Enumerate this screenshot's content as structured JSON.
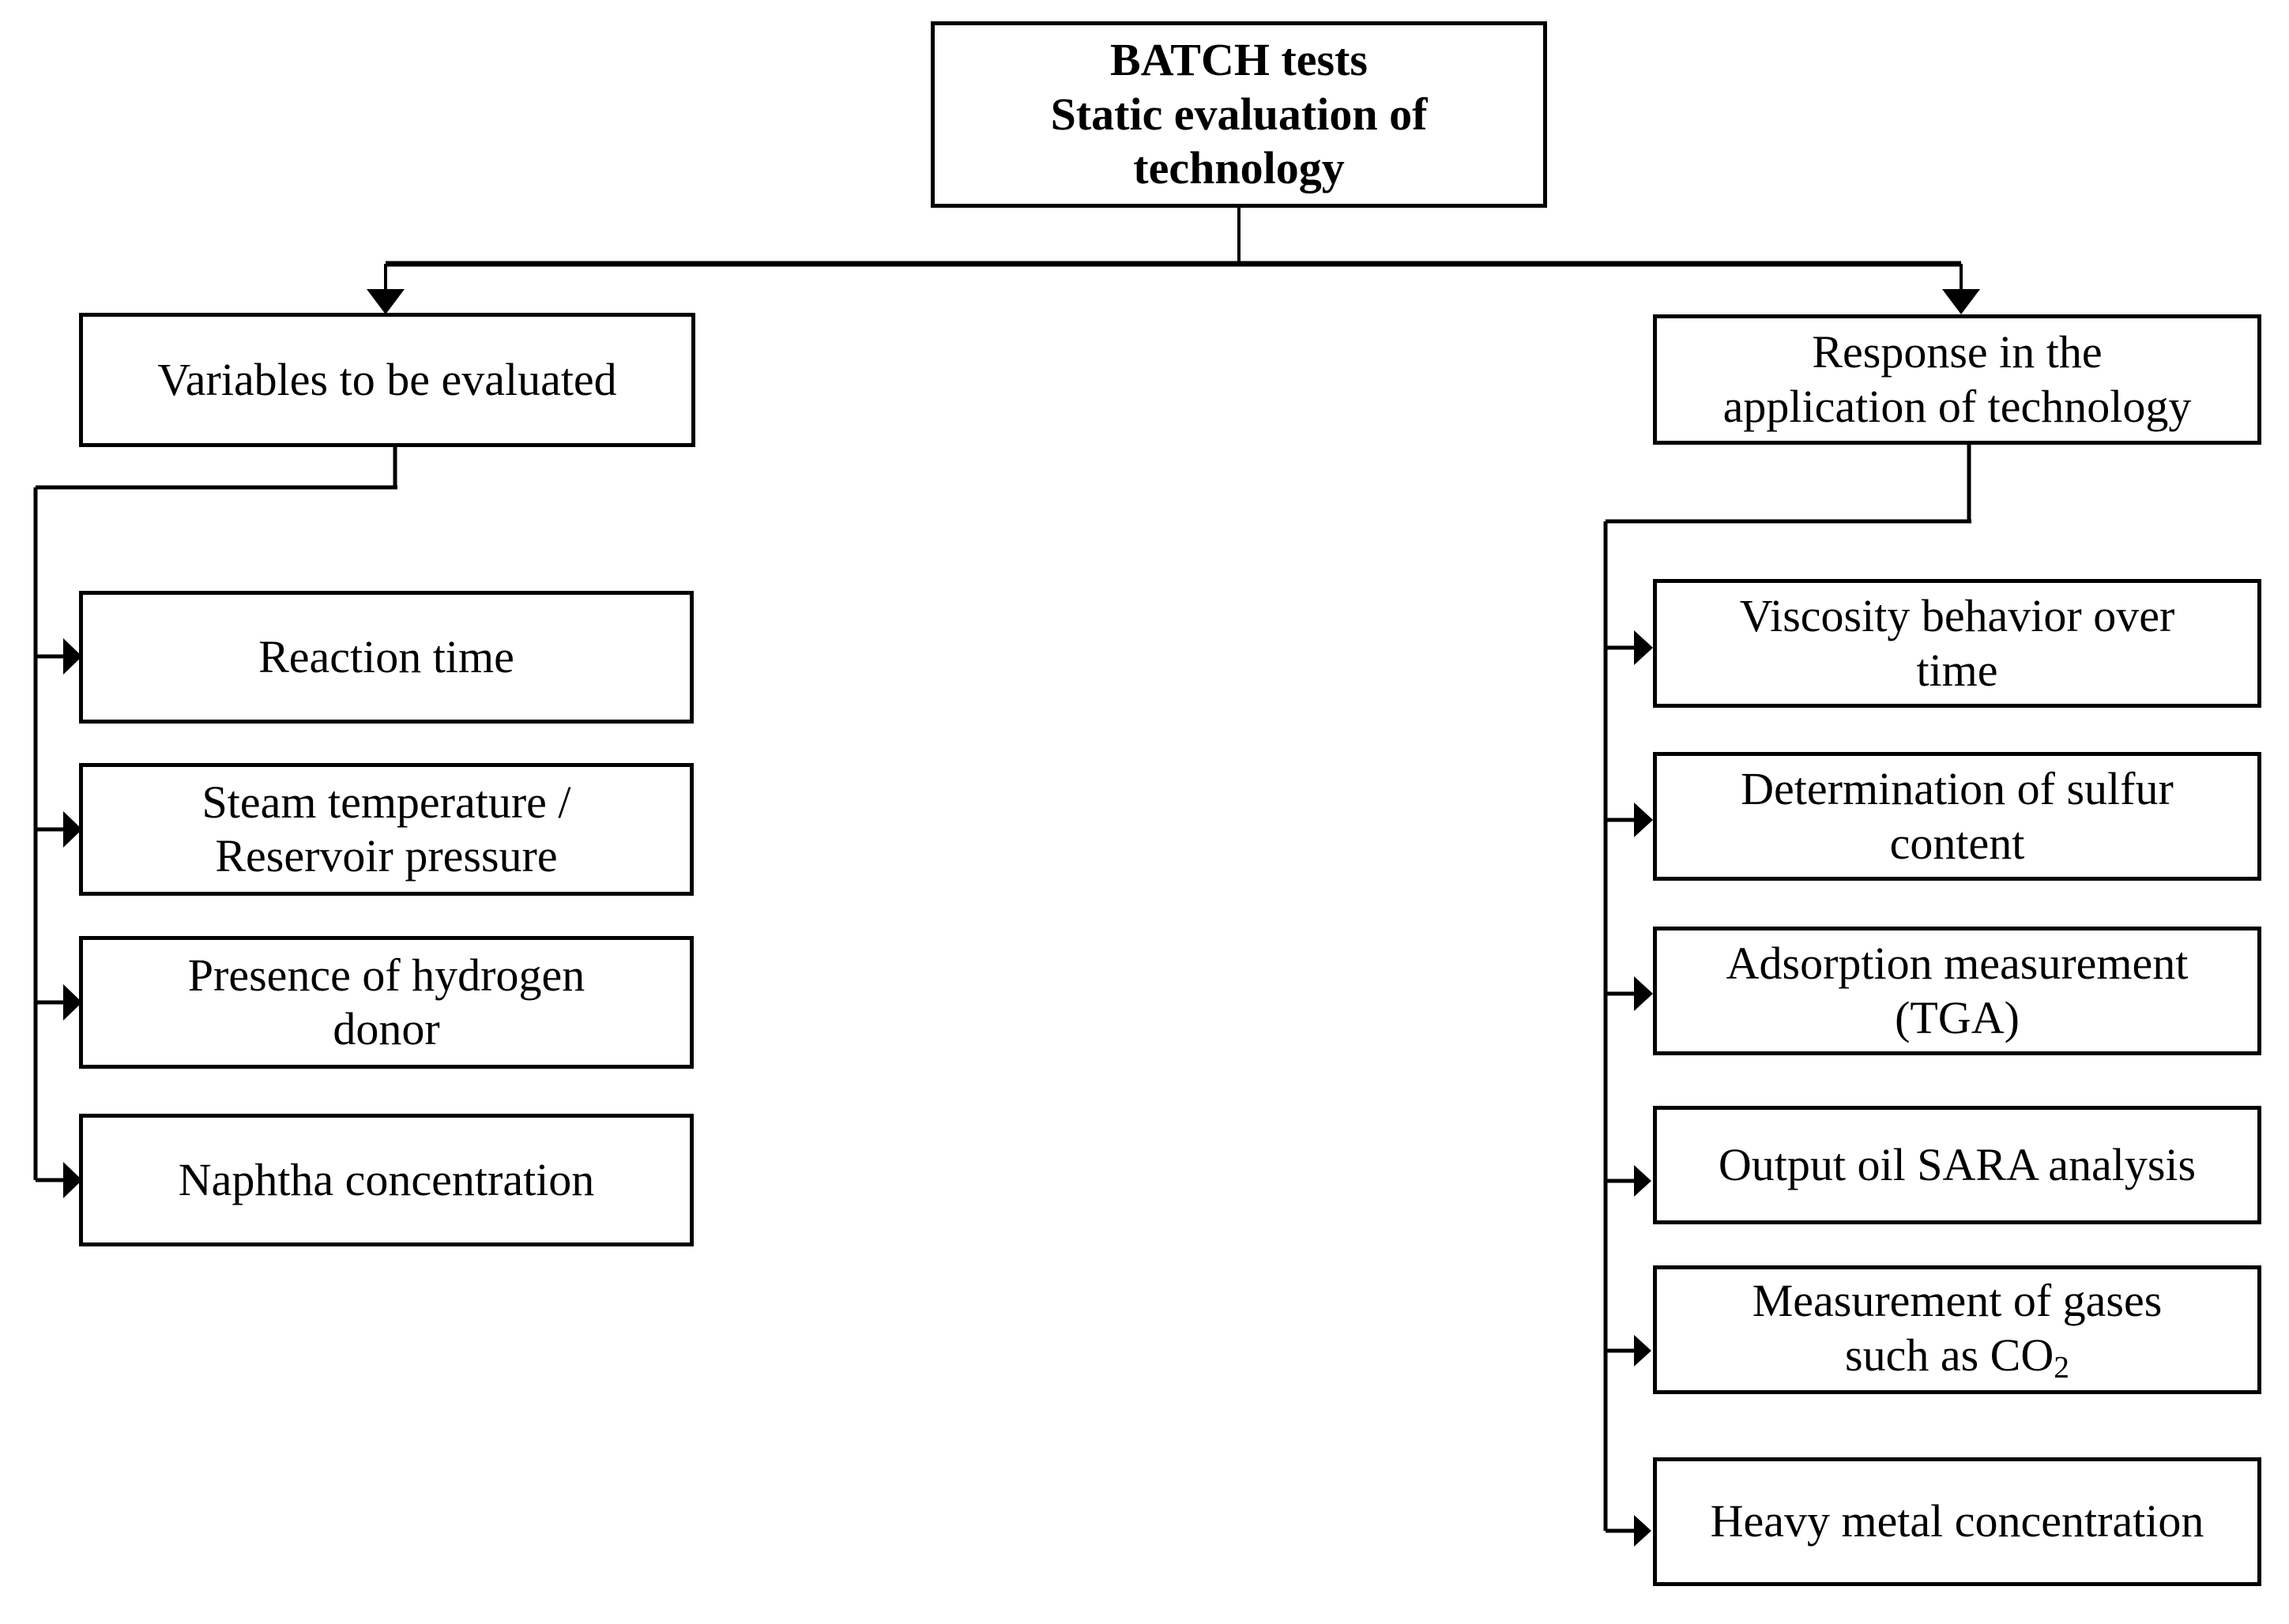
{
  "diagram": {
    "title": "BATCH tests flowchart",
    "colors": {
      "stroke": "#000000",
      "background": "#ffffff",
      "text": "#000000"
    },
    "root": {
      "label": "BATCH tests\nStatic evaluation of\ntechnology"
    },
    "branches": [
      {
        "id": "variables",
        "label": "Variables to be evaluated",
        "children": [
          {
            "id": "reaction-time",
            "label": "Reaction time"
          },
          {
            "id": "steam-temperature",
            "label": "Steam temperature /\nReservoir pressure"
          },
          {
            "id": "hydrogen-donor",
            "label": "Presence of hydrogen\ndonor"
          },
          {
            "id": "naphtha-concentration",
            "label": "Naphtha concentration"
          }
        ]
      },
      {
        "id": "response",
        "label": "Response in the\napplication of technology",
        "children": [
          {
            "id": "viscosity-behavior",
            "label": "Viscosity behavior over\ntime"
          },
          {
            "id": "sulfur-content",
            "label": "Determination of sulfur\ncontent"
          },
          {
            "id": "adsorption-tga",
            "label": "Adsorption measurement\n(TGA)"
          },
          {
            "id": "sara-analysis",
            "label": "Output oil SARA analysis"
          },
          {
            "id": "gas-measurement",
            "label_pre": "Measurement of gases\nsuch as CO",
            "label_sub": "2"
          },
          {
            "id": "heavy-metal",
            "label": "Heavy metal concentration"
          }
        ]
      }
    ]
  }
}
